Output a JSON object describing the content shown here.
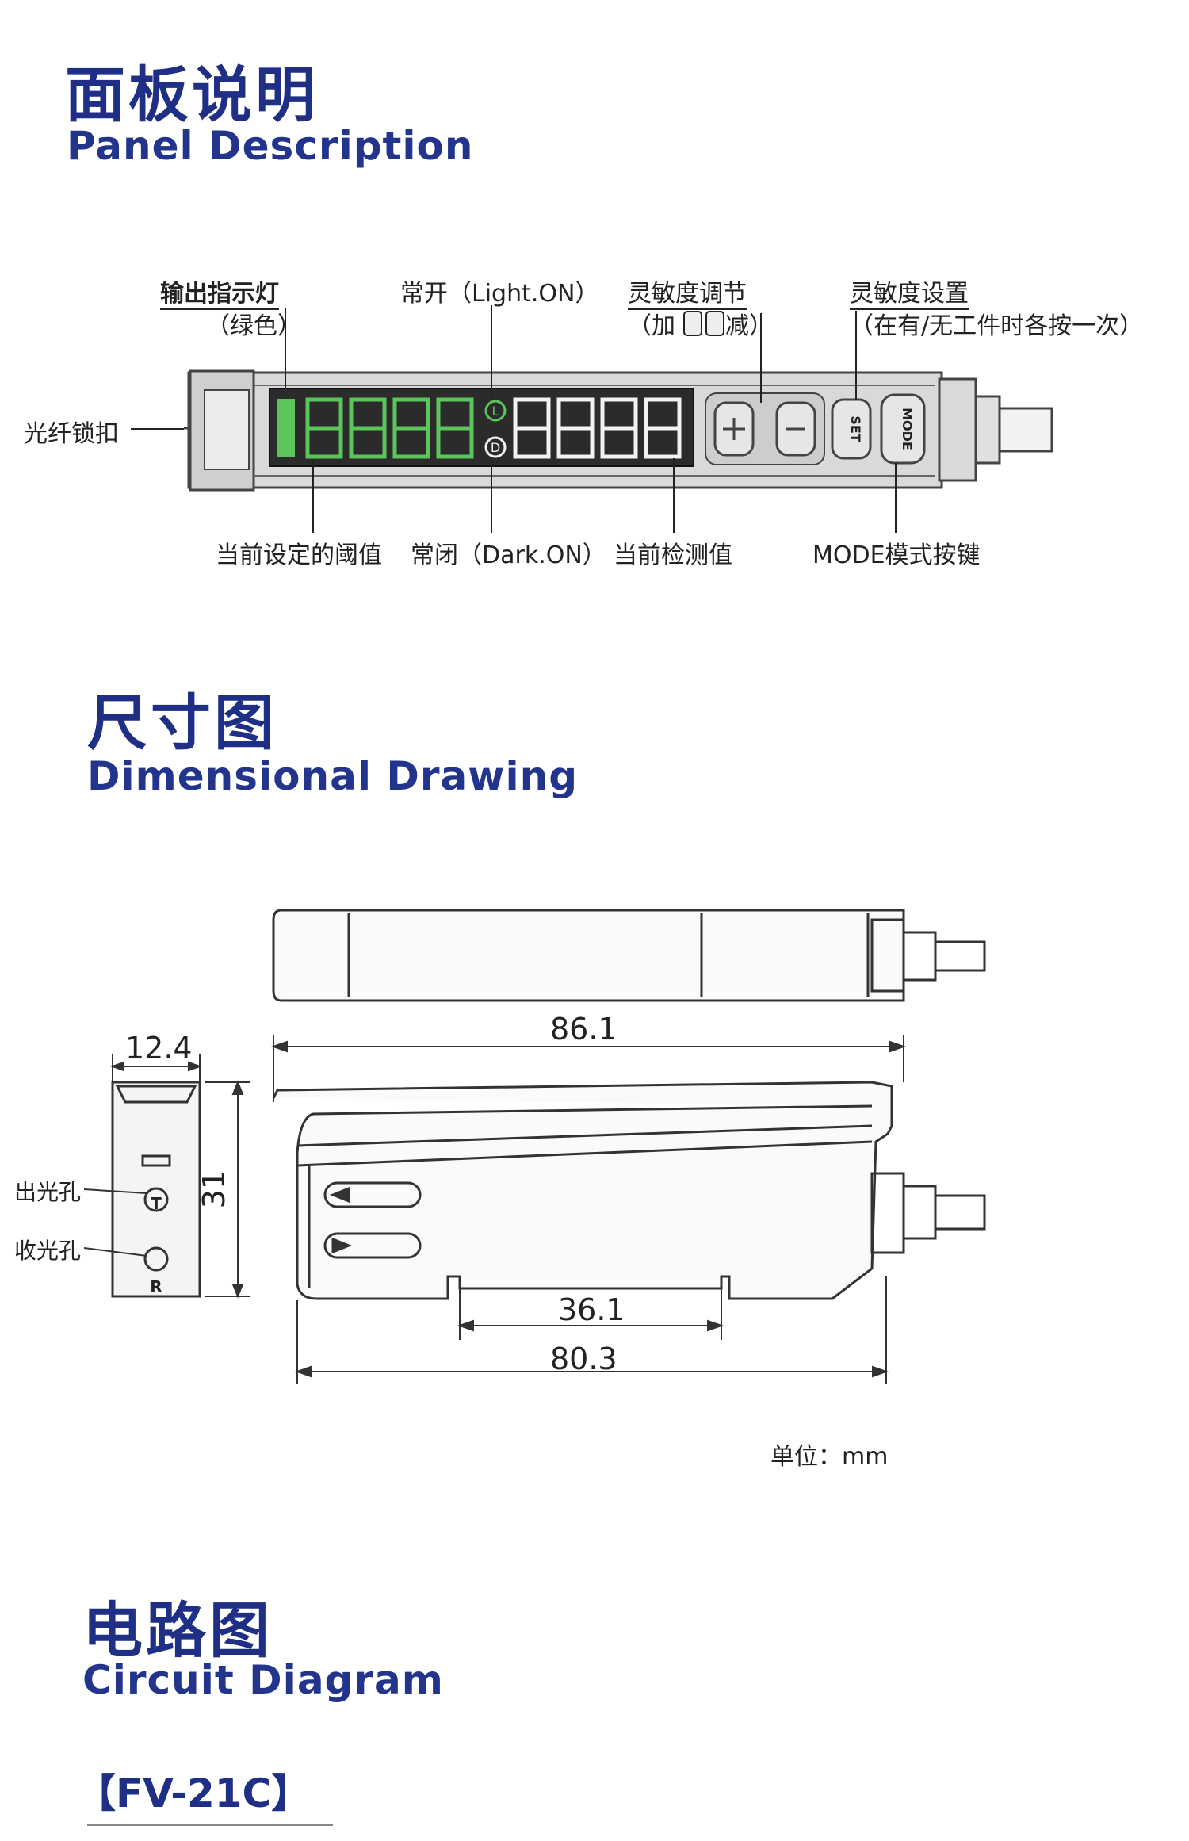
{
  "panel": {
    "title_cn": "面板说明",
    "title_en": "Panel Description",
    "labels": {
      "output_indicator": "输出指示灯",
      "output_indicator_sub": "（绿色）",
      "light_on": "常开（Light.ON）",
      "sensitivity_adjust": "灵敏度调节",
      "sensitivity_adjust_sub_add": "（加",
      "sensitivity_adjust_sub_sub": "减）",
      "sensitivity_set": "灵敏度设置",
      "sensitivity_set_sub": "（在有/无工件时各按一次）",
      "fiber_lock": "光纤锁扣",
      "current_threshold": "当前设定的阈值",
      "dark_on": "常闭（Dark.ON）",
      "current_value": "当前检测值",
      "mode_key": "MODE模式按键"
    },
    "indicator_letters": {
      "light": "L",
      "dark": "D"
    },
    "buttons": {
      "plus": "+",
      "minus": "−",
      "set": "SET",
      "mode": "MODE"
    },
    "colors": {
      "green_display": "#5bc45a",
      "white_display": "#f2f2f2",
      "display_bg": "#2b2b2b"
    }
  },
  "dimension": {
    "title_cn": "尺寸图",
    "title_en": "Dimensional Drawing",
    "values": {
      "width": "12.4",
      "height": "31",
      "length_top": "86.1",
      "length_inner": "36.1",
      "length_bottom": "80.3"
    },
    "holes": {
      "emit_label": "出光孔",
      "emit_mark": "T",
      "receive_label": "收光孔",
      "receive_mark": "R"
    },
    "unit": "单位：mm"
  },
  "circuit": {
    "title_cn": "电路图",
    "title_en": "Circuit Diagram",
    "model": "【FV-21C】"
  },
  "colors": {
    "title": "#1f2f86",
    "line": "#333333"
  }
}
